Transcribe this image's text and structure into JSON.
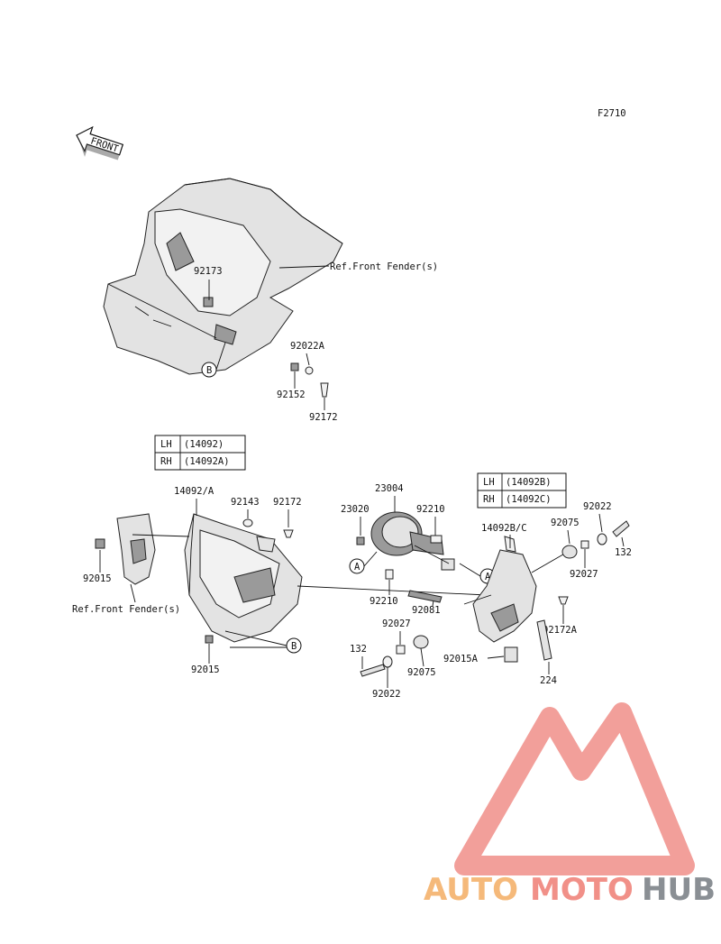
{
  "diagram": {
    "code": "F2710",
    "front_label": "FRONT",
    "callouts": {
      "c_92173": "92173",
      "c_92022A": "92022A",
      "c_92152": "92152",
      "c_92172_top": "92172",
      "c_ref_top": "Ref.Front Fender(s)",
      "c_14092A": "14092/A",
      "c_92143": "92143",
      "c_92172_mid": "92172",
      "c_92015_left": "92015",
      "c_ref_left": "Ref.Front Fender(s)",
      "c_92015_bottom": "92015",
      "c_23004": "23004",
      "c_23020": "23020",
      "c_92210_top": "92210",
      "c_92210_bottom": "92210",
      "c_92081": "92081",
      "c_14092BC": "14092B/C",
      "c_92075_top": "92075",
      "c_92022_right": "92022",
      "c_132_right": "132",
      "c_92027_top": "92027",
      "c_92172A": "92172A",
      "c_92027_bottom": "92027",
      "c_132_left": "132",
      "c_92075_bottom": "92075",
      "c_92015A": "92015A",
      "c_224": "224",
      "c_92022_bottom": "92022"
    },
    "markers": {
      "A": "A",
      "B": "B"
    },
    "table_left": {
      "rows": [
        {
          "side": "LH",
          "part": "(14092)"
        },
        {
          "side": "RH",
          "part": "(14092A)"
        }
      ]
    },
    "table_right": {
      "rows": [
        {
          "side": "LH",
          "part": "(14092B)"
        },
        {
          "side": "RH",
          "part": "(14092C)"
        }
      ]
    }
  },
  "watermark": {
    "parts": [
      "AUTO",
      "MOTO",
      "HUB"
    ],
    "colors": {
      "auto": "#f5b97a",
      "moto": "#f19088",
      "hub": "#8a8f94",
      "logo": "#f08e88"
    }
  }
}
